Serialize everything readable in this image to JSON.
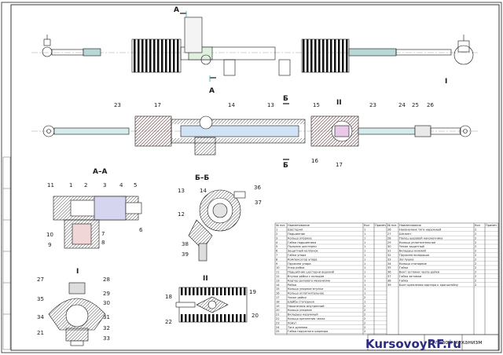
{
  "watermark": "KursovoyRF.ru",
  "title_block": {
    "name": "Рулевой механизм"
  },
  "sections": [
    "А–А",
    "Б–Б",
    "I",
    "II"
  ],
  "cut_marks": {
    "a_top": "А",
    "a_bottom": "А",
    "b_top": "Б",
    "b_bottom": "Б",
    "detail_I": "I",
    "detail_II": "II"
  },
  "table": {
    "headers": [
      "№ поз.",
      "Наименование",
      "Кол",
      "Примеч"
    ],
    "left_rows": [
      [
        "1",
        "Шестерня",
        "1"
      ],
      [
        "2",
        "Подшипник",
        "1"
      ],
      [
        "3",
        "Кольцо упорное",
        "1"
      ],
      [
        "4",
        "Гайка подшипника",
        "1"
      ],
      [
        "5",
        "Пыльник шестерни",
        "1"
      ],
      [
        "6",
        "Защитный колпачок",
        "1"
      ],
      [
        "7",
        "Гайка упора",
        "1"
      ],
      [
        "8",
        "Компенсатор упора",
        "1"
      ],
      [
        "9",
        "Пружина упора",
        "1"
      ],
      [
        "10",
        "Упор рейки",
        "1"
      ],
      [
        "11",
        "Подшипник шестерни верхний",
        "1"
      ],
      [
        "12",
        "Втулка рейки с кольцом",
        "1"
      ],
      [
        "13",
        "Картер рулевого механизма",
        "1"
      ],
      [
        "14",
        "Рейка",
        "1"
      ],
      [
        "15",
        "Кольцо упорное втулки",
        "1"
      ],
      [
        "16",
        "Кольцо уплотнительное",
        "1"
      ],
      [
        "17",
        "Чехол рейки",
        "2"
      ],
      [
        "18",
        "Шайба стопорная",
        "1"
      ],
      [
        "19",
        "Наконечник внутренний",
        "2"
      ],
      [
        "20",
        "Кольцо упорное",
        "2"
      ],
      [
        "21",
        "Вкладыш наружный",
        "2"
      ],
      [
        "22",
        "Кольцо крепления чехла",
        "2"
      ],
      [
        "23",
        "Хомут",
        "2"
      ],
      [
        "24",
        "Тяга рулевая",
        "2"
      ],
      [
        "25",
        "Гайка наружного шарнира",
        "2"
      ]
    ],
    "right_rows": [
      [
        "26",
        "Наконечник тяги наружный",
        "2"
      ],
      [
        "27",
        "Шплинт",
        "2"
      ],
      [
        "28",
        "Палец шаровой наконечника",
        "2"
      ],
      [
        "29",
        "Кольцо уплотнительное",
        "2"
      ],
      [
        "30",
        "Чехол защитный",
        "2"
      ],
      [
        "31",
        "Вкладыш нижний",
        "2"
      ],
      [
        "32",
        "Пружина вкладыша",
        "2"
      ],
      [
        "33",
        "Заглушка",
        "2"
      ],
      [
        "34",
        "Кольцо стопорное",
        "2"
      ],
      [
        "35",
        "Гайка",
        "2"
      ],
      [
        "36",
        "Винт затяжки чехла рейки",
        "2"
      ],
      [
        "37",
        "Гайка затяжки",
        "2"
      ],
      [
        "38",
        "Гайка",
        "2"
      ],
      [
        "39",
        "Болт крепления картера к кронштейну",
        "2"
      ]
    ]
  }
}
